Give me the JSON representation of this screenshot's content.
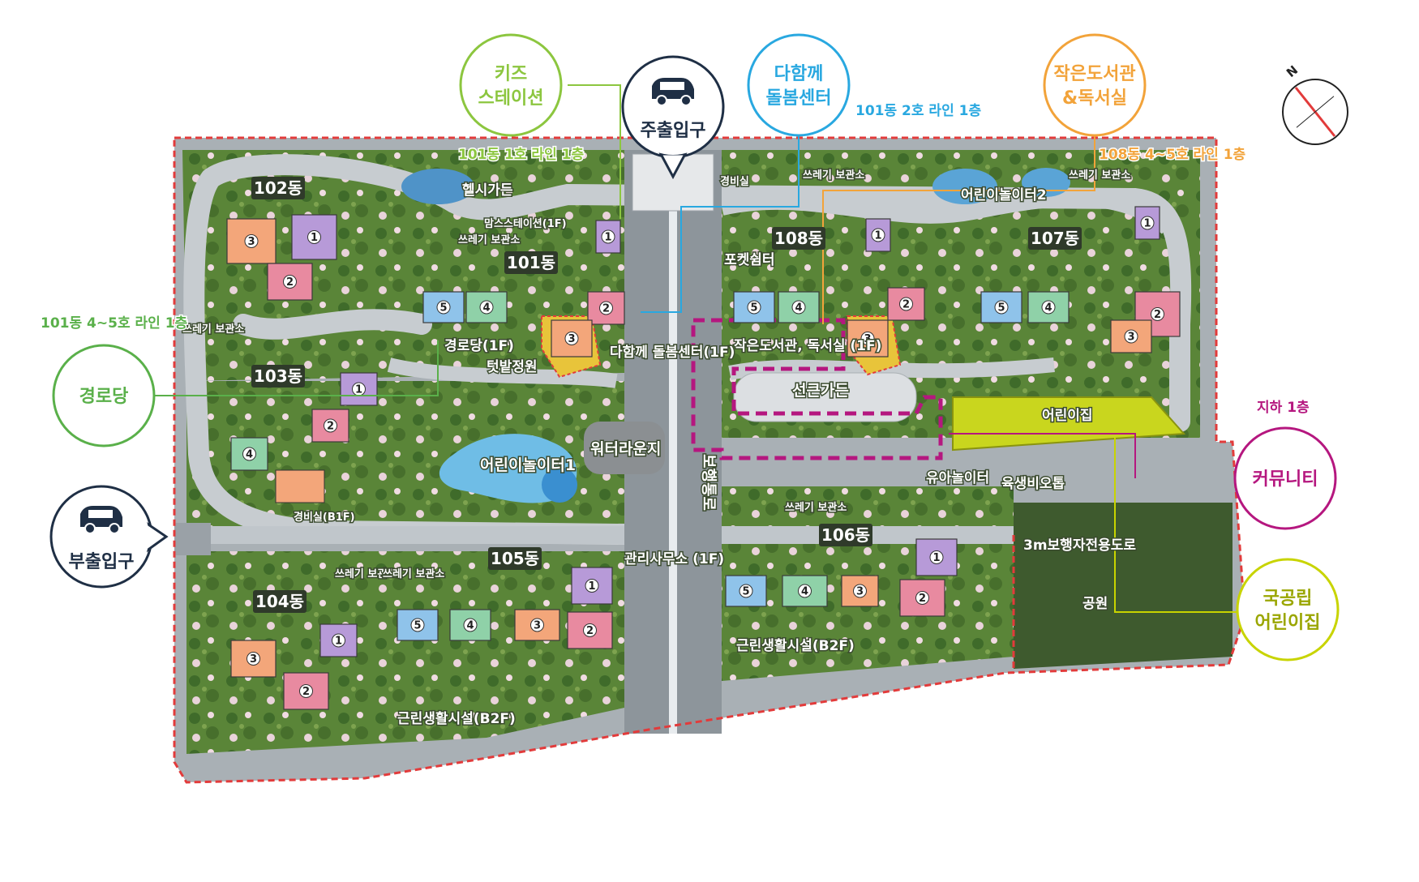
{
  "callouts": {
    "kids": {
      "line1": "키즈",
      "line2": "스테이션",
      "color": "#8cc63f"
    },
    "main_entrance": {
      "label": "주출입구",
      "color": "#1f2f45"
    },
    "care": {
      "line1": "다함께",
      "line2": "돌봄센터",
      "color": "#29a8e0"
    },
    "library": {
      "line1": "작은도서관",
      "line2": "&독서실",
      "color": "#f2a33a"
    },
    "senior": {
      "label": "경로당",
      "color": "#5ab04a"
    },
    "sub_entrance": {
      "label": "부출입구",
      "color": "#1f2f45"
    },
    "community": {
      "label": "커뮤니티",
      "color": "#b5177f"
    },
    "public_daycare": {
      "line1": "국공립",
      "line2": "어린이집",
      "color": "#c8d400"
    }
  },
  "notes": {
    "kids_line": "101동 1호 라인 1층",
    "care_line": "101동 2호 라인 1층",
    "library_line": "108동 4~5호 라인 1층",
    "senior_line": "101동 4~5호 라인 1층",
    "community_floor": "지하 1층"
  },
  "buildings": {
    "b101": "101동",
    "b102": "102동",
    "b103": "103동",
    "b104": "104동",
    "b105": "105동",
    "b106": "106동",
    "b107": "107동",
    "b108": "108동"
  },
  "facilities": {
    "healthy_garden": "헬시가든",
    "moms_station": "맘스스테이션(1F)",
    "guard_room": "경비실",
    "recycling": "쓰레기 보관소",
    "kids_playground2": "어린이놀이터2",
    "pocket_rest": "포켓쉼터",
    "senior_center": "경로당(1F)",
    "backyard_garden": "텃밭정원",
    "care_center": "다함께 돌봄센터(1F)",
    "library_room": "작은도서관, 독서실 (1F)",
    "zen_garden": "선큰가든",
    "daycare": "어린이집",
    "kids_playground1": "어린이놀이터1",
    "water_lounge": "워터라운지",
    "pedestrian_path": "보행통로",
    "toddler_playground": "유아놀이터",
    "biotope": "육생비오톱",
    "guard_b1": "경비실(B1F)",
    "mgmt_office": "관리사무소 (1F)",
    "walkway_3m": "3m보행자전용도로",
    "park": "공원",
    "retail_b2_east": "근린생활시설(B2F)",
    "retail_b2_south": "근린생활시설(B2F)"
  },
  "units": {
    "u1": "1",
    "u2": "2",
    "u3": "3",
    "u4": "4",
    "u5": "5"
  },
  "compass": {
    "north": "N"
  },
  "colors": {
    "grass": "#5f8a3c",
    "road": "#b9bfc4",
    "unit1": "#b79ad8",
    "unit2": "#e88aa0",
    "unit3": "#f3a67a",
    "unit4": "#8fd1a8",
    "unit5": "#8fc3ea",
    "highlight": "#b5177f",
    "boundary": "#e23b3b"
  }
}
